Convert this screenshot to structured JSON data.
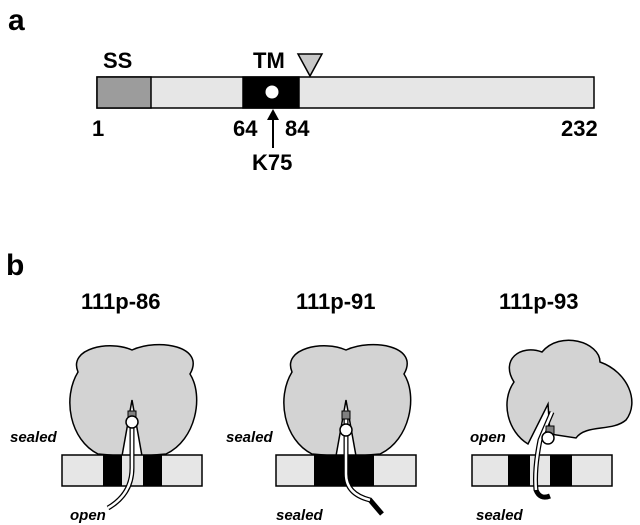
{
  "panel_a": {
    "label": "a",
    "ss_label": "SS",
    "tm_label": "TM",
    "pos_start": "1",
    "pos_tm_start": "64",
    "pos_tm_end": "84",
    "pos_end": "232",
    "lysine_label": "K75"
  },
  "panel_b": {
    "label": "b",
    "constructs": [
      {
        "title": "111p-86",
        "upper_state": "sealed",
        "lower_state": "open"
      },
      {
        "title": "111p-91",
        "upper_state": "sealed",
        "lower_state": "sealed"
      },
      {
        "title": "111p-93",
        "upper_state": "open",
        "lower_state": "sealed"
      }
    ]
  },
  "colors": {
    "ss_box": "#9c9c9c",
    "protein_bar": "#e6e6e6",
    "tm_segment": "#000000",
    "ribosome": "#d3d3d3",
    "membrane": "#e6e6e6",
    "glycosylation_marker": "#c8c8c8"
  }
}
